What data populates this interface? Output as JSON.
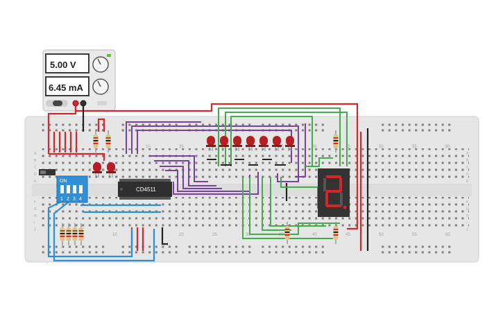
{
  "power_supply": {
    "voltage": "5.00 V",
    "current": "6.45 mA"
  },
  "chip": {
    "label": "CD4511"
  },
  "dip_switch": {
    "label": "ON",
    "positions": [
      "1",
      "2",
      "3",
      "4"
    ]
  },
  "breadboard": {
    "column_labels_top": [
      "10",
      "20",
      "25",
      "30",
      "35",
      "40",
      "45",
      "50",
      "55",
      "60"
    ],
    "column_labels_bottom": [
      "10",
      "20",
      "25",
      "30",
      "35",
      "40",
      "45",
      "50",
      "55",
      "60"
    ],
    "row_labels_left": [
      "A",
      "B",
      "C",
      "D",
      "E",
      "F",
      "G",
      "H",
      "I",
      "J"
    ],
    "row_labels_right": [
      "A",
      "B",
      "C",
      "D",
      "E",
      "F",
      "G",
      "H",
      "I",
      "J"
    ]
  },
  "seven_segment": {
    "digit": "2"
  },
  "colors": {
    "red_wire": "#d8262c",
    "purple_wire": "#7b3fa0",
    "green_wire": "#3fae49",
    "blue_wire": "#2a8fd6",
    "black_wire": "#222222",
    "led_red": "#b51f24",
    "breadboard": "#e6e6e6",
    "dip_blue": "#2f8fd8"
  }
}
